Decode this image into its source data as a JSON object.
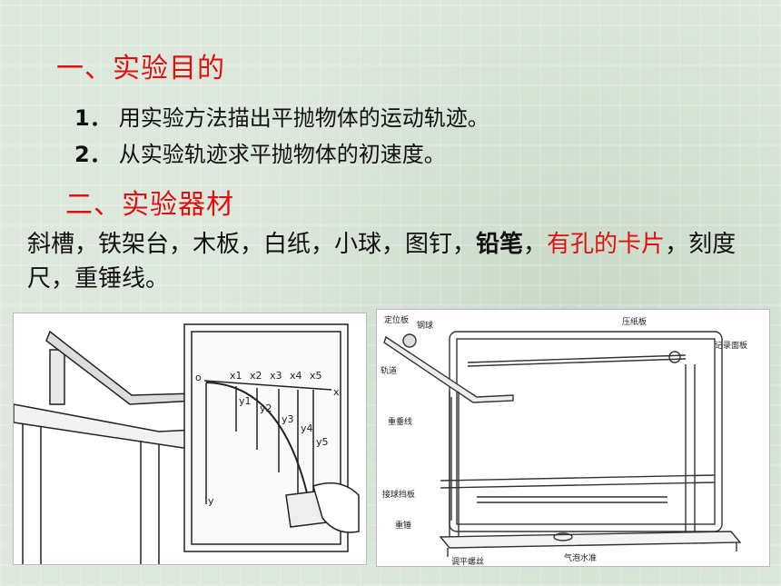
{
  "section1": {
    "title": "一、实验目的",
    "items": [
      {
        "num": "1．",
        "text": "用实验方法描出平抛物体的运动轨迹。"
      },
      {
        "num": "2．",
        "text": "从实验轨迹求平抛物体的初速度。"
      }
    ]
  },
  "section2": {
    "title": "二、实验器材",
    "m1": "斜槽，铁架台，木板，白纸，小球，图钉，",
    "m2": "铅笔",
    "m3": "，",
    "m4": "有孔的卡片",
    "m5": "，刻度尺，重锤线。"
  },
  "left_figure": {
    "origin": "o",
    "xs": [
      "x1",
      "x2",
      "x3",
      "x4",
      "x5"
    ],
    "ys": [
      "y1",
      "y2",
      "y3",
      "y4",
      "y5"
    ],
    "x_axis": "x",
    "y_axis": "y"
  },
  "right_figure": {
    "labels": {
      "positioner": "定位板",
      "ball": "钢球",
      "track": "轨道",
      "plumb": "重垂线",
      "catcher": "接球挡板",
      "weight": "重锤",
      "screw": "调平螺丝",
      "press": "压纸板",
      "board": "记录面板",
      "level": "气泡水准"
    }
  }
}
